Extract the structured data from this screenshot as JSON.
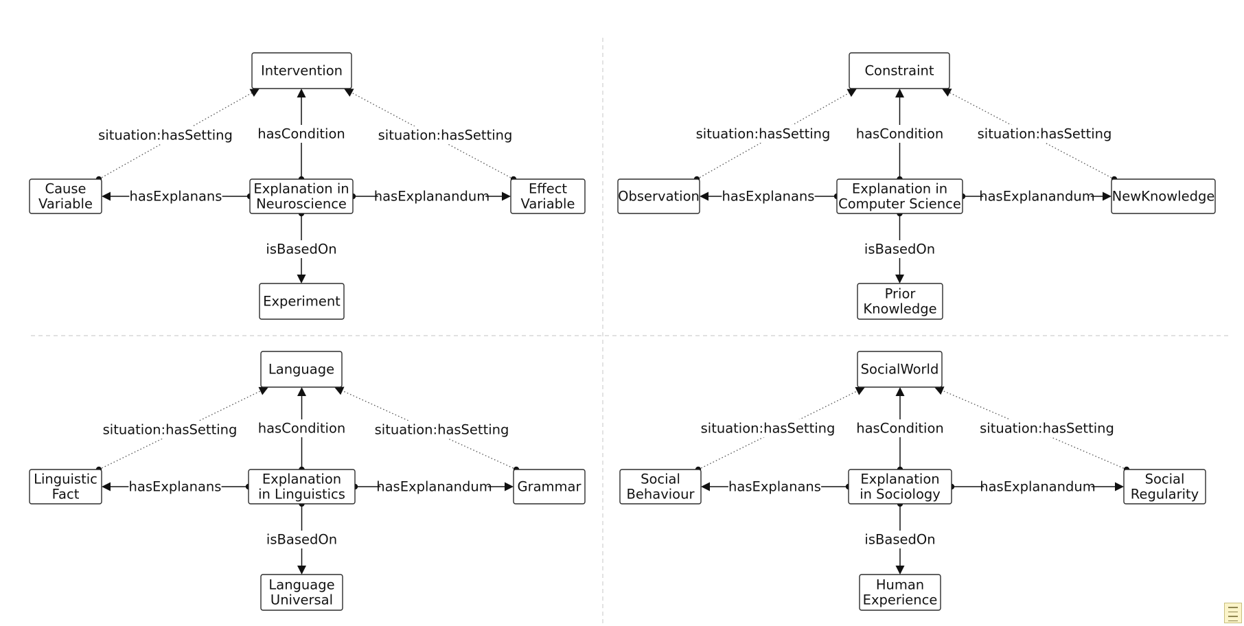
{
  "quadrants": [
    {
      "id": "neuroscience",
      "center": [
        "Explanation in",
        "Neuroscience"
      ],
      "top": [
        "Intervention"
      ],
      "left": [
        "Cause",
        "Variable"
      ],
      "right": [
        "Effect",
        "Variable"
      ],
      "bottom": [
        "Experiment"
      ]
    },
    {
      "id": "computer-science",
      "center": [
        "Explanation in",
        "Computer Science"
      ],
      "top": [
        "Constraint"
      ],
      "left": [
        "Observation"
      ],
      "right": [
        "NewKnowledge"
      ],
      "bottom": [
        "Prior",
        "Knowledge"
      ]
    },
    {
      "id": "linguistics",
      "center": [
        "Explanation",
        "in Linguistics"
      ],
      "top": [
        "Language"
      ],
      "left": [
        "Linguistic",
        "Fact"
      ],
      "right": [
        "Grammar"
      ],
      "bottom": [
        "Language",
        "Universal"
      ]
    },
    {
      "id": "sociology",
      "center": [
        "Explanation",
        "in Sociology"
      ],
      "top": [
        "SocialWorld"
      ],
      "left": [
        "Social",
        "Behaviour"
      ],
      "right": [
        "Social",
        "Regularity"
      ],
      "bottom": [
        "Human",
        "Experience"
      ]
    }
  ],
  "relations": {
    "has_condition": "hasCondition",
    "has_explanans": "hasExplanans",
    "has_explanandum": "hasExplanandum",
    "is_based_on": "isBasedOn",
    "has_setting": "situation:hasSetting"
  },
  "icons": {
    "corner": "note-icon"
  }
}
